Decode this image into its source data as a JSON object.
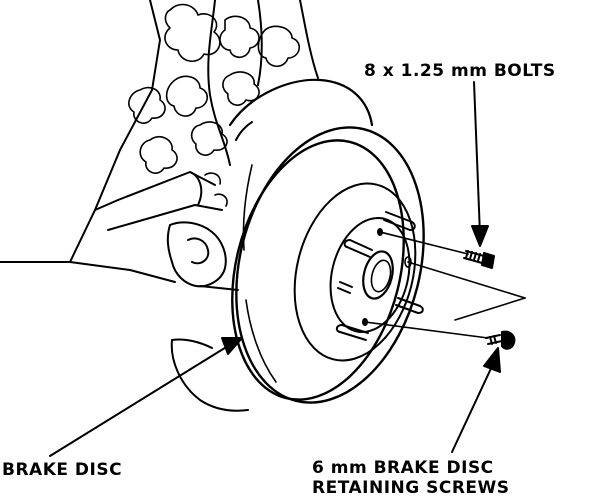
{
  "labels": {
    "bolts": "8 x 1.25 mm BOLTS",
    "brake_disc": "BRAKE DISC",
    "screws_line1": "6 mm BRAKE DISC",
    "screws_line2": "RETAINING SCREWS"
  },
  "colors": {
    "ink": "#000000",
    "paper": "#ffffff"
  }
}
